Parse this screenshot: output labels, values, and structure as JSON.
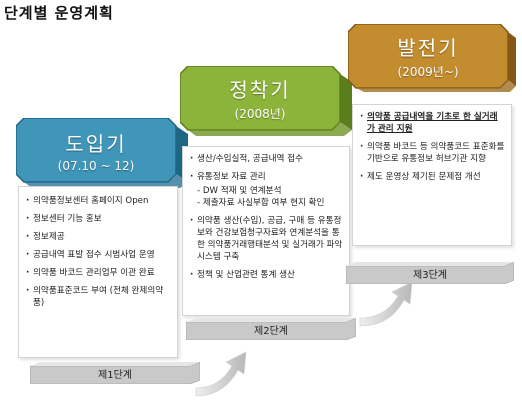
{
  "title": "단계별 운영계획",
  "stages": [
    {
      "name": "도입기",
      "period": "(07.10 ~ 12)",
      "label": "제1단계",
      "items": [
        "의약품정보센터 홈페이지 Open",
        "정보센터 기능 홍보",
        "정보제공",
        "공급내역 표발 접수 시범사업 운영",
        "의약품 바코드 관리업무 이관 완료",
        "의약품표준코드 부여 (전체 완제의약품)"
      ],
      "colors": {
        "head": "#3f96b9",
        "head_dark": "#1f6584"
      }
    },
    {
      "name": "정착기",
      "period": "(2008년)",
      "label": "제2단계",
      "items": [
        "생산/수입실적, 공급내역 접수",
        "유통정보 자료 관리",
        "DW 적재 및 연계분석",
        "제출자료 사실부합 여부 현지 확인",
        "의약품 생산(수입), 공급, 구매 등 유통정보와 건강보험청구자료와 연계분석을 통한 의약품거래행태분석 및 실거래가 파악시스템 구축",
        "정책 및 산업관련 통계 생산"
      ],
      "colors": {
        "head": "#8db43a",
        "head_dark": "#5c7d1c"
      }
    },
    {
      "name": "발전기",
      "period": "(2009년~)",
      "label": "제3단계",
      "items": [
        "의약품 공급내역을 기초로 한 실거래가 관리 지원",
        "의약품 바코드 등 의약품코드 표준화를 기반으로 유통정보 허브기관 지향",
        "제도 운영상 제기된 문제점 개선"
      ],
      "colors": {
        "head": "#c28c2f",
        "head_dark": "#865817"
      }
    }
  ]
}
